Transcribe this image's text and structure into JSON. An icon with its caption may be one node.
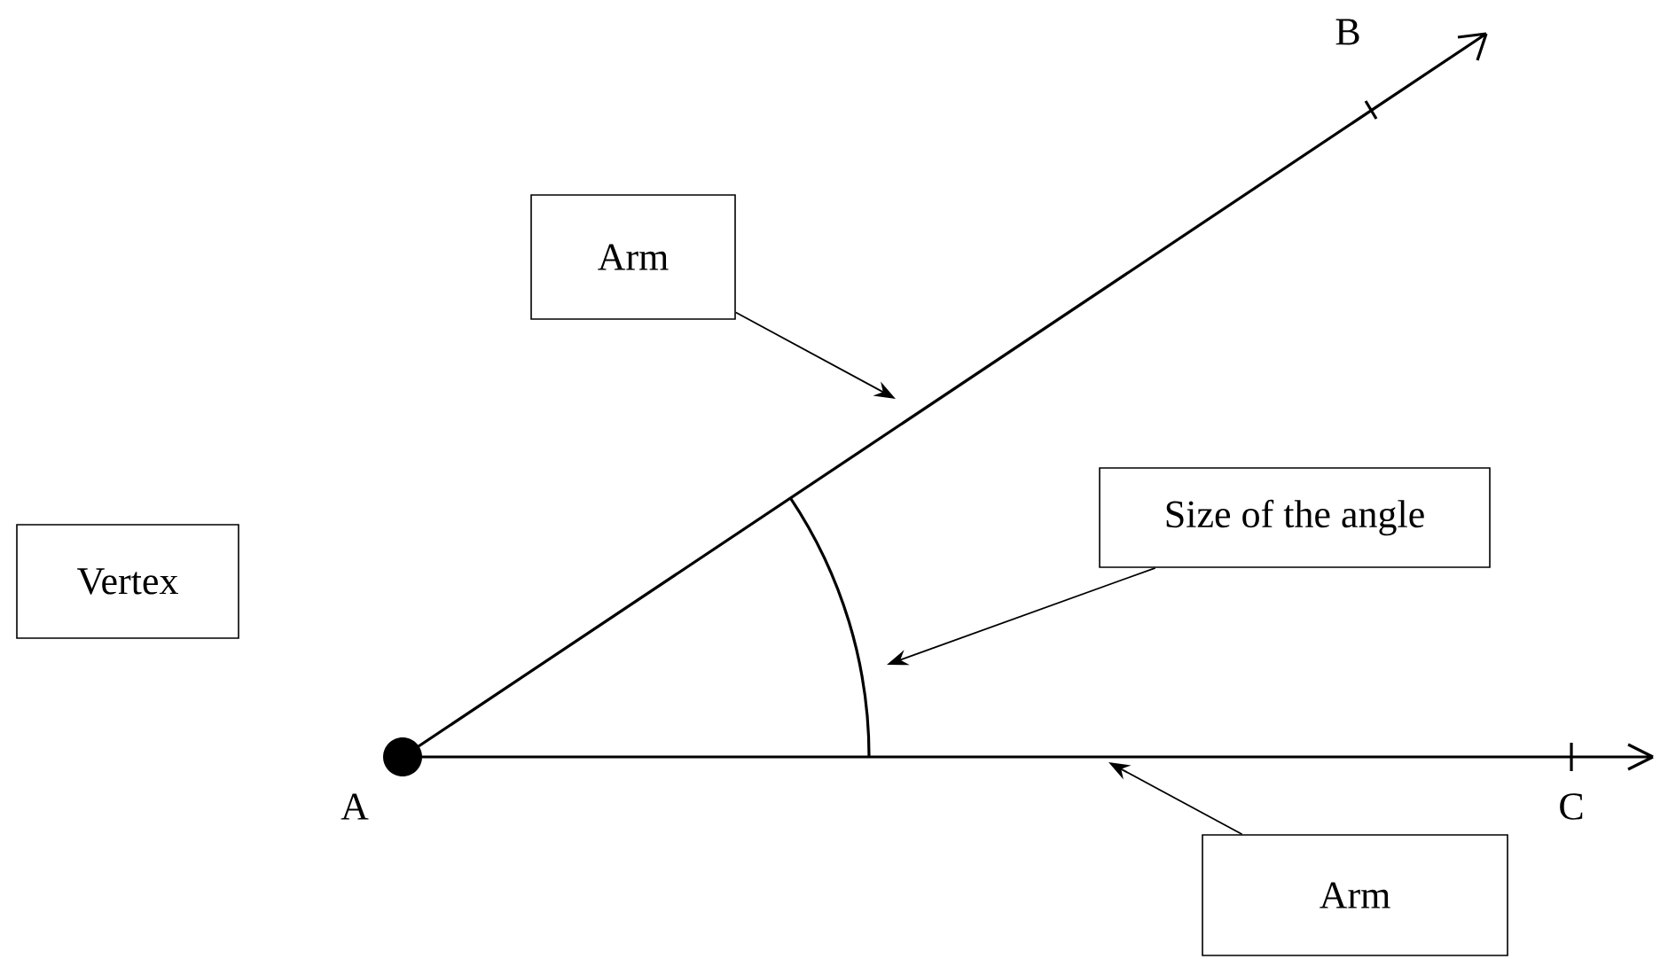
{
  "diagram": {
    "nodes": [
      {
        "text": [
          "Arm"
        ]
      },
      {
        "text": [
          "Vertex"
        ]
      },
      {
        "text": [
          "Size of the angle"
        ]
      },
      {
        "text": [
          "Arm"
        ]
      }
    ],
    "edges": [
      {
        "from": 0,
        "to": null,
        "arrow": "to"
      },
      {
        "from": 2,
        "to": null,
        "arrow": "to"
      },
      {
        "from": 3,
        "to": null,
        "arrow": "to"
      }
    ],
    "labels": [
      "B",
      "A",
      "C"
    ]
  }
}
